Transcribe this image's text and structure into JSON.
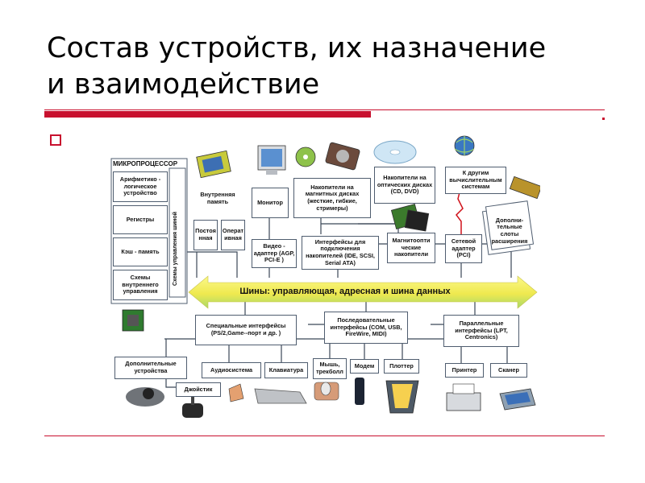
{
  "slide": {
    "title_line1": "Состав устройств, их назначение",
    "title_line2": "и взаимодействие"
  },
  "diagram": {
    "cpu_label": "МИКРОПРОЦЕССОР",
    "cpu_bus_control": "Схемы управления шиной",
    "cpu_items": [
      "Арифметико - логическое устройство",
      "Регистры",
      "Кэш - память",
      "Схемы внутреннего управления"
    ],
    "internal_memory": "Внутренняя память",
    "rom": "Постоя нная",
    "ram": "Операт ивная",
    "monitor": "Монитор",
    "magnetic_drives": "Накопители на магнитных дисках (жесткие, гибкие, стримеры)",
    "optical_drives": "Накопители на оптических дисках (CD, DVD)",
    "other_systems": "К другим вычислительным системам",
    "video_adapter": "Видео - адаптер (AGP, PCI-E )",
    "drive_interfaces": "Интерфейсы для подключения накопителей (IDE, SCSI, Serial ATA)",
    "magneto_optical": "Магнитоопти ческие накопители",
    "network_adapter": "Сетевой адаптер (PCI)",
    "expansion_slots": "Дополни- тельные слоты расширения",
    "bus": "Шины: управляющая, адресная и шина данных",
    "special_interfaces": "Специальные интерфейсы (PS/2,Game--порт и др. )",
    "serial_interfaces": "Последовательные интерфейсы (COM, USB, FireWire, MIDI)",
    "parallel_interfaces": "Параллельные интерфейсы (LPT, Centronics)",
    "additional_devices": "Дополнительные устройства",
    "audio": "Аудиосистема",
    "keyboard": "Клавиатура",
    "mouse": "Мышь, трекболл",
    "modem": "Модем",
    "plotter": "Плоттер",
    "printer": "Принтер",
    "scanner": "Сканер",
    "joystick": "Джойстик"
  },
  "colors": {
    "accent_red": "#c8102e",
    "bus_yellow": "#f2ee5a",
    "bus_green": "#a9d96e",
    "box_border": "#4f5d6f",
    "line": "#3b4757"
  }
}
